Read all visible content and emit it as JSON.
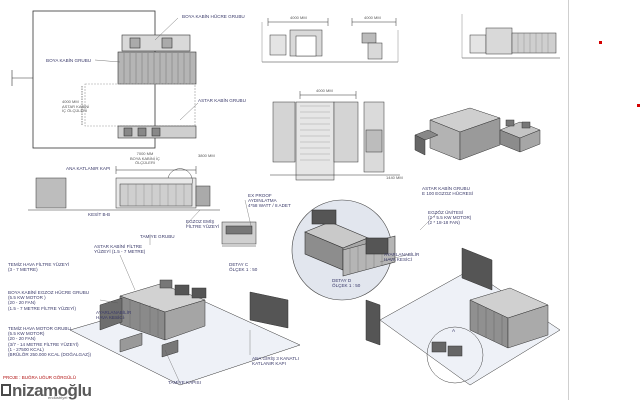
{
  "labels": {
    "boya_kabin_hucre": "BOYA KABİN HÜCRE GRUBU",
    "boya_kabin_grubu": "BOYA KABİN GRUBU",
    "astar_kabin_grubu": "ASTAR KABİN GRUBU",
    "ana_katlanir_kapi": "ANA KATLANIR KAPI",
    "kesit": "KESİT B-B",
    "tamiye_grubu": "TAMİYE GRUBU",
    "egzoz_emis": "EGZOZ EMİŞ\nFİLTRE YÜZEYİ",
    "ex_proof": "EX PROOF\nAYDINLATMA\n4*58 WATT / 8 ADET",
    "detay_c": "DETAY C\nÖLÇEK 1 : 50",
    "detay_d": "DETAY D\nÖLÇEK 1 : 50",
    "astar_kabin_filtre": "ASTAR KABİNİ FİLTRE\nYÜZEYİ (1.5 - 7 METRE)",
    "temiz_hava_filtre": "TEMİZ HAVA FİLTRE YÜZEYİ\n(3 - 7 METRE)",
    "boya_kabini_egzoz": "BOYA KABİNİ EGZOZ HÜCRE GRUBU\n(5.5 KW MOTOR )\n(20 - 20 FAN)\n(1.5 - 7 METRE FİLTRE YÜZEYİ)",
    "ayarlanabilir": "AYARLANABİLİR\nHAVA KESİCİ",
    "temiz_hava_motor": "TEMİZ HAVA MOTOR GRUBU\n(5.5 KW MOTOR)\n(20 - 20 FAN)\n(3/7 - 14 METRE FİLTRE YÜZEYİ)\n(1 - 27500 KCAL)\n(BRÜLÖR 250.000 KCAL (DOĞALGAZ))",
    "tamiye_kapisi": "TAMİYE KAPISI",
    "ana_giris": "ANA GİRİŞ 3 KANATLI\nKATLANIR KAPI",
    "astar_kabin_egzoz": "ASTAR KABİN GRUBU\nE 100 EGZOZ HÜCRESİ",
    "egzoz_unitesi": "EGZOZ ÜNİTESİ\n(2 * 5.5 KW MOTOR)\n(2 * 18-18 FAN)",
    "ayarlanabilir2": "AYARLANABİLİR\nHAVA KESİCİ",
    "dim_4000a": "4000 MM",
    "dim_4000b": "4000 MM",
    "dim_4000c": "4000 MM",
    "dim_7000": "7000 MM\nBOYA KABİNİ İÇ\nÖLÇÜLERİ",
    "dim_1440": "1440 MM",
    "dim_3800": "3800 MM",
    "dim_side": "4000 MM\nASTAR KABİNİ\nİÇ ÖLÇÜLERİ",
    "letter_a": "A"
  },
  "footer": {
    "project": "PROJE : BUĞRA UĞUR GÖRGÜLÜ",
    "brand": "nizamoğlu",
    "brand_sub": "endüstriyel"
  }
}
